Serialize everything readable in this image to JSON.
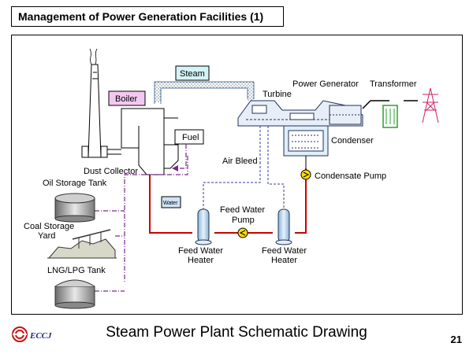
{
  "page": {
    "title": "Management of Power Generation Facilities (1)",
    "caption": "Steam Power Plant Schematic Drawing",
    "page_number": "21",
    "logo_text": "ECCJ"
  },
  "labels": {
    "steam": "Steam",
    "boiler": "Boiler",
    "fuel": "Fuel",
    "turbine": "Turbine",
    "power_generator": "Power Generator",
    "transformer": "Transformer",
    "condenser": "Condenser",
    "air_bleed": "Air Bleed",
    "condensate_pump": "Condensate Pump",
    "dust_collector": "Dust Collector",
    "oil_storage_tank": "Oil Storage Tank",
    "coal_storage_yard_1": "Coal Storage",
    "coal_storage_yard_2": "Yard",
    "lng_lpg_tank": "LNG/LPG Tank",
    "water": "Water",
    "feed_water_pump_1": "Feed Water",
    "feed_water_pump_2": "Pump",
    "fw_heater_left_1": "Feed Water",
    "fw_heater_left_2": "Heater",
    "fw_heater_right_1": "Feed Water",
    "fw_heater_right_2": "Heater"
  },
  "colors": {
    "water_line": "#cc0000",
    "fuel_line": "#7a2a8a",
    "air_bleed_line": "#3a3aa0",
    "steam_pipe": "#5a7aa0",
    "pump_fill": "#ffdd00",
    "boiler_label_bg": "#f3c8f0",
    "steam_label_bg": "#d4f3f7",
    "water_label_bg": "#cfe3f5",
    "transformer": "#2aa02a",
    "pylon": "#cc2266"
  }
}
